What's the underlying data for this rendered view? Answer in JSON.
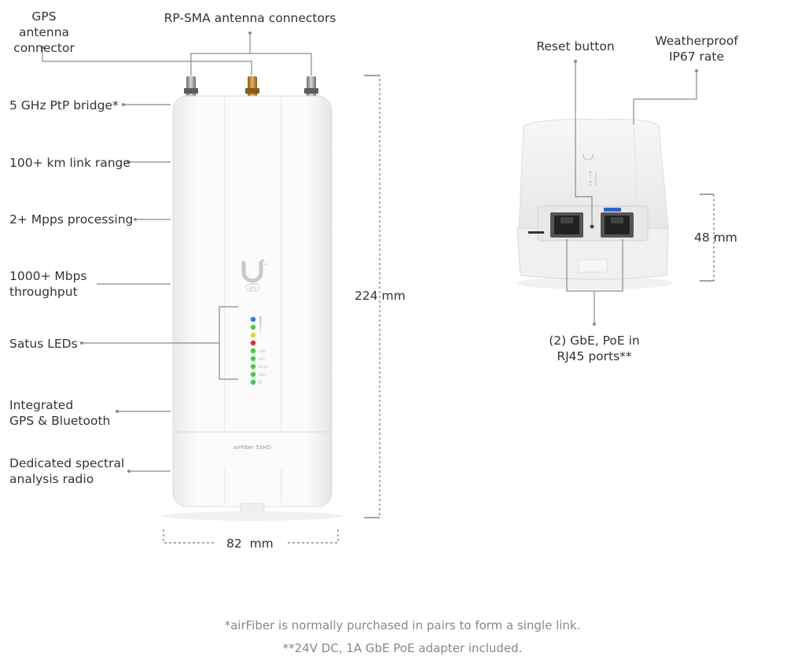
{
  "callouts": {
    "gps_connector": "GPS antenna\nconnector",
    "rpsma": "RP-SMA antenna connectors",
    "reset": "Reset button",
    "weatherproof": "Weatherproof\nIP67 rate",
    "ptp": "5 GHz PtP bridge*",
    "range": "100+ km link range",
    "processing": "2+ Mpps processing",
    "throughput": "1000+ Mbps\nthroughput",
    "leds": "Satus LEDs",
    "gps_bt": "Integrated\nGPS & Bluetooth",
    "spectral": "Dedicated spectral\nanalysis radio",
    "ports": "(2) GbE, PoE in\nRJ45 ports**"
  },
  "dimensions": {
    "height": "224 mm",
    "width": "82  mm",
    "depth": "48 mm"
  },
  "device": {
    "model": "airFiber 5XHD",
    "logo_badge": "LTU",
    "led_labels": [
      "LINK",
      "GPS",
      "MGMT",
      "DATA"
    ]
  },
  "led_colors": [
    "#2f7de0",
    "#3fcf3f",
    "#f0d22a",
    "#e03030",
    "#3fcf3f",
    "#3fcf3f",
    "#3fcf3f",
    "#3fcf3f",
    "#3fcf3f"
  ],
  "colors": {
    "accent_connector": "#c98a2e",
    "line": "#8a8a8a"
  },
  "footnotes": {
    "note1": "*airFiber is normally purchased in pairs to form a single link.",
    "note2": "**24V DC, 1A GbE PoE adapter included."
  }
}
